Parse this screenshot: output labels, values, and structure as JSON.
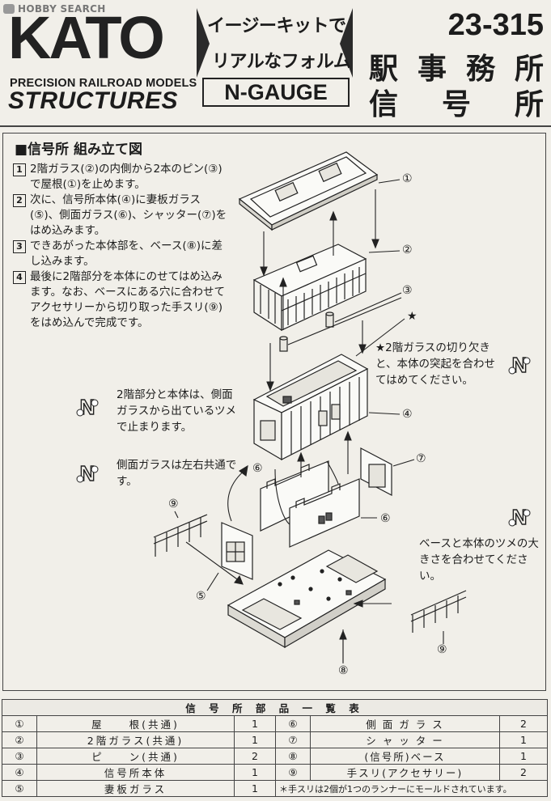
{
  "watermark": "HOBBY SEARCH",
  "header": {
    "brand": "KATO",
    "tagline": "PRECISION RAILROAD MODELS",
    "series": "STRUCTURES",
    "slogan_line1": "イージーキットで",
    "slogan_line2": "リアルなフォルム",
    "gauge": "N-GAUGE",
    "product_number": "23-315",
    "product_name_line1": [
      "駅",
      "事",
      "務",
      "所"
    ],
    "product_name_line2": [
      "信",
      "号",
      "所"
    ]
  },
  "section_title": "■信号所 組み立て図",
  "steps": [
    {
      "num": "1",
      "text": "2階ガラス(②)の内側から2本のピン(③)で屋根(①)を止めます。"
    },
    {
      "num": "2",
      "text": "次に、信号所本体(④)に妻板ガラス(⑤)、側面ガラス(⑥)、シャッター(⑦)をはめ込みます。"
    },
    {
      "num": "3",
      "text": "できあがった本体部を、ベース(⑧)に差し込みます。"
    },
    {
      "num": "4",
      "text": "最後に2階部分を本体にのせてはめ込みます。なお、ベースにある穴に合わせてアクセサリーから切り取った手スリ(⑨)をはめ込んで完成です。"
    }
  ],
  "notes": {
    "upper_fit": "2階部分と本体は、側面ガラスから出ているツメで止まります。",
    "side_glass": "側面ガラスは左右共通です。",
    "star": "★2階ガラスの切り欠きと、本体の突起を合わせてはめてください。",
    "base": "ベースと本体のツメの大きさを合わせてください。"
  },
  "callouts": {
    "c1": "①",
    "c2": "②",
    "c3": "③",
    "star": "★",
    "c4": "④",
    "c5": "⑤",
    "c6a": "⑥",
    "c6b": "⑥",
    "c7": "⑦",
    "c8": "⑧",
    "c9a": "⑨",
    "c9b": "⑨"
  },
  "parts_table": {
    "title": "信 号 所 部 品 一 覧 表",
    "rows": [
      {
        "n1": "①",
        "name1": "屋　　根(共通)",
        "q1": "1",
        "n2": "⑥",
        "name2": "側 面 ガ ラ ス",
        "q2": "2"
      },
      {
        "n1": "②",
        "name1": "2階ガラス(共通)",
        "q1": "1",
        "n2": "⑦",
        "name2": "シ ャ ッ タ ー",
        "q2": "1"
      },
      {
        "n1": "③",
        "name1": "ピ　　ン(共通)",
        "q1": "2",
        "n2": "⑧",
        "name2": "(信号所)ベース",
        "q2": "1"
      },
      {
        "n1": "④",
        "name1": "信号所本体",
        "q1": "1",
        "n2": "⑨",
        "name2": "手スリ(アクセサリー)",
        "q2": "2"
      },
      {
        "n1": "⑤",
        "name1": "妻板ガラス",
        "q1": "1"
      }
    ],
    "footnote": "＊手スリは2個が1つのランナーにモールドされています。"
  }
}
